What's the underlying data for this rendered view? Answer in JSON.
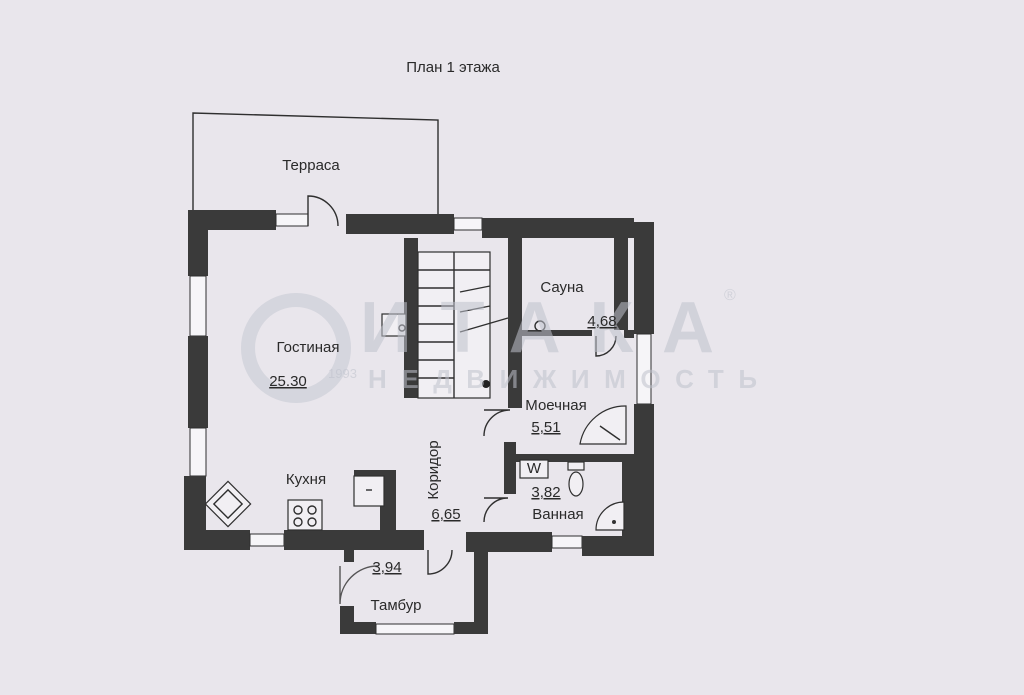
{
  "title": "План 1 этажа",
  "watermark": {
    "brand": "ИТАКА",
    "registered": "®",
    "subtitle": "НЕДВИЖИМОСТЬ",
    "year": "1993"
  },
  "rooms": {
    "terrace": {
      "name": "Терраса"
    },
    "living": {
      "name": "Гостиная",
      "area": "25.30"
    },
    "sauna": {
      "name": "Сауна",
      "area": "4,68"
    },
    "washroom": {
      "name": "Моечная",
      "area": "5,51"
    },
    "kitchen": {
      "name": "Кухня"
    },
    "corridor": {
      "name": "Коридор",
      "area": "6,65"
    },
    "bathroom": {
      "name": "Ванная",
      "area": "3,82"
    },
    "vestibule": {
      "name": "Тамбур",
      "area": "3,94"
    }
  },
  "fixtures": {
    "washer_mark": "W"
  },
  "colors": {
    "paper": "#e9e6ec",
    "wall": "#3a3a3a",
    "watermark": "#bfc2cc"
  }
}
